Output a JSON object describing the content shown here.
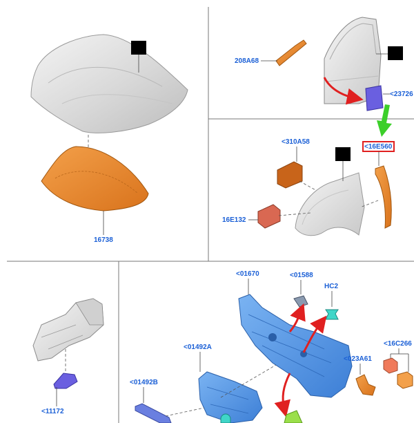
{
  "colors": {
    "label_blue": "#1a5fd6",
    "link_icon_magenta": "#e01ed0",
    "highlight_red": "#e02020",
    "callout_green": "#3ccf2a",
    "part_orange": "#e88a2e",
    "part_blue": "#4a8fe0",
    "part_purple": "#6a5fe0",
    "part_teal": "#3fd6c8"
  },
  "icons": [
    "link-arrow-icon",
    "red-curved-arrow",
    "green-callout-arrow"
  ],
  "labels": {
    "hood_insulator": "16738",
    "door_bracket": "208A68",
    "door_pad": "<23726",
    "fender_pad": "<310A58",
    "fender_seal": "16E132",
    "fender_insulator": "<16E560",
    "console_part": "<11172",
    "dash_panel": "<01670",
    "dash_clip": "<01588",
    "dash_hc2": "HC2",
    "dash_left_panel": "<01492A",
    "dash_lower_bar": "<01492B",
    "dash_bracket": "<023A61",
    "dash_blocks": "<16C266"
  }
}
